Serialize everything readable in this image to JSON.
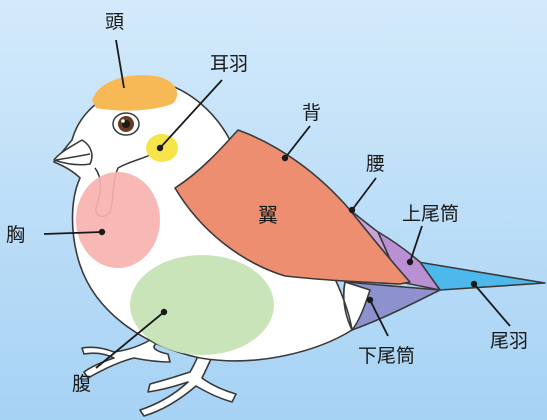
{
  "colors": {
    "bg_top": "#cfe8fb",
    "bg_bottom": "#a9d4f5",
    "head": "#f7b955",
    "ear_coverts": "#f5e548",
    "breast": "#f6b2b0",
    "belly": "#c7e3b6",
    "wing": "#ee8e70",
    "rump": "#c7a3d9",
    "uppertail_coverts": "#b890d3",
    "undertail_coverts": "#8d92cf",
    "tail": "#4cb8ec",
    "body": "#ffffff",
    "outline": "#3a3a3a"
  },
  "labels": {
    "head": "頭",
    "ear_coverts": "耳羽",
    "back": "背",
    "rump": "腰",
    "uppertail_coverts": "上尾筒",
    "tail": "尾羽",
    "undertail_coverts": "下尾筒",
    "belly": "腹",
    "breast": "胸",
    "wing": "翼"
  }
}
